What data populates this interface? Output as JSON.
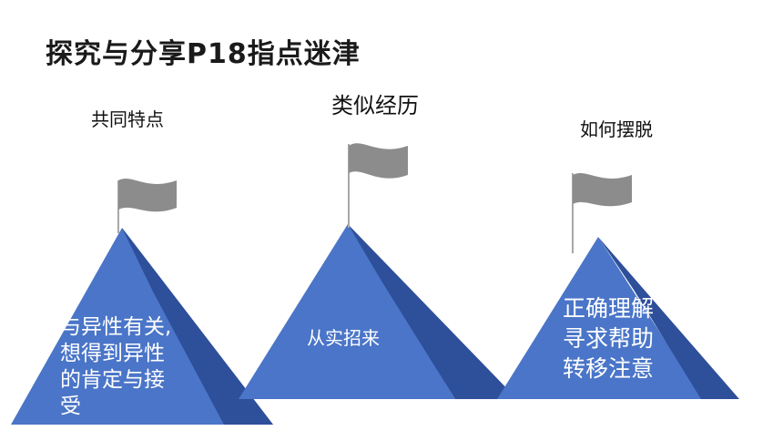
{
  "slide": {
    "title": "探究与分享P18指点迷津",
    "labels": [
      "共同特点",
      "类似经历",
      "如何摆脱"
    ],
    "mountains": [
      {
        "lines": [
          "与异性有关,",
          "想得到异性",
          "的肯定与接",
          "受"
        ]
      },
      {
        "lines": [
          "从实招来"
        ]
      },
      {
        "lines": [
          "正确理解",
          "寻求帮助",
          "转移注意"
        ]
      }
    ]
  },
  "colors": {
    "mountain_light": "#4a75c8",
    "mountain_dark": "#2e4f9a",
    "flag": "#8c8c8c",
    "pole": "#a8a8a8"
  }
}
